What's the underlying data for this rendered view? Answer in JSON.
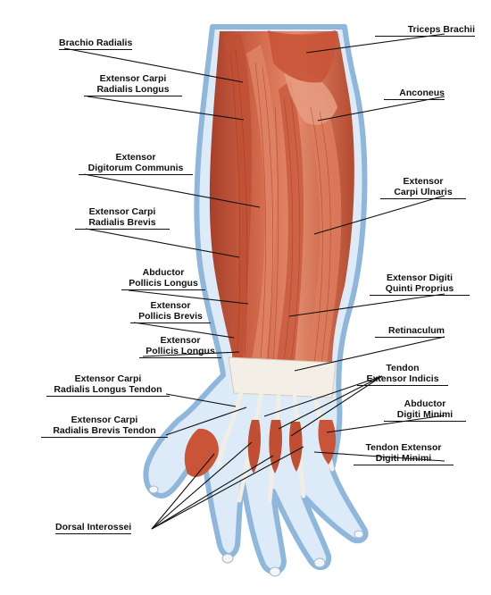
{
  "labels": {
    "brachio_radialis": [
      "Brachio Radialis"
    ],
    "ecrl": [
      "Extensor Carpi",
      "Radialis Longus"
    ],
    "edc": [
      "Extensor",
      "Digitorum Communis"
    ],
    "ecrb": [
      "Extensor Carpi",
      "Radialis Brevis"
    ],
    "apl": [
      "Abductor",
      "Pollicis Longus"
    ],
    "epb": [
      "Extensor",
      "Pollicis Brevis"
    ],
    "epl": [
      "Extensor",
      "Pollicis Longus"
    ],
    "ecrl_tendon": [
      "Extensor Carpi",
      "Radialis Longus Tendon"
    ],
    "ecrb_tendon": [
      "Extensor Carpi",
      "Radialis Brevis Tendon"
    ],
    "dorsal_interossei": [
      "Dorsal Interossei"
    ],
    "triceps": [
      "Triceps Brachii"
    ],
    "anconeus": [
      "Anconeus"
    ],
    "ecu": [
      "Extensor",
      "Carpi Ulnaris"
    ],
    "edqp": [
      "Extensor Digiti",
      "Quinti Proprius"
    ],
    "retinaculum": [
      "Retinaculum"
    ],
    "tendon_ei": [
      "Tendon",
      "Extensor Indicis"
    ],
    "adm": [
      "Abductor",
      "Digiti Minimi"
    ],
    "tendon_edm": [
      "Tendon Extensor",
      "Digiti Minimi"
    ]
  },
  "colors": {
    "skin_outline": "#8fb7dc",
    "skin_fill": "#dcebf7",
    "muscle_dark": "#b9472e",
    "muscle_mid": "#d4674a",
    "muscle_light": "#e9957a",
    "tendon": "#f1eee6",
    "leader": "#111111"
  }
}
